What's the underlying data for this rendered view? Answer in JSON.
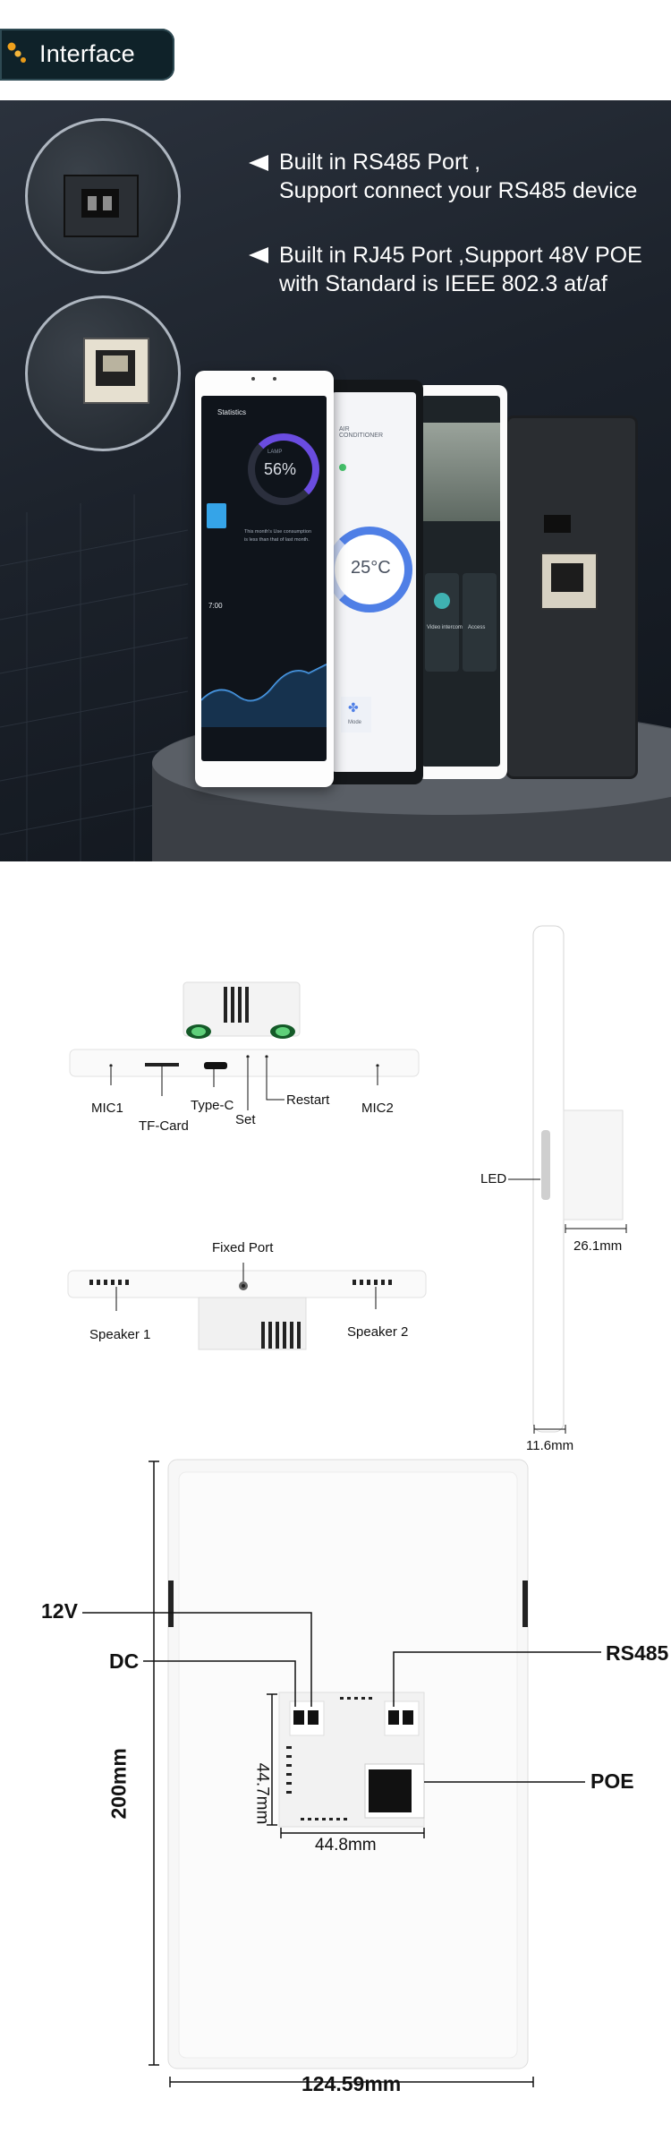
{
  "header": {
    "title": "Interface"
  },
  "hero": {
    "features": [
      {
        "lines": [
          "Built in RS485 Port ,",
          "Support connect your RS485 device"
        ]
      },
      {
        "lines": [
          "Built in RJ45 Port ,Support 48V POE",
          "with Standard is  IEEE 802.3 at/af"
        ]
      }
    ],
    "screens": {
      "statistics_title": "Statistics",
      "lamp_label": "LAMP",
      "lamp_value": "56%",
      "air_title": "AIR CONDITIONER",
      "temperature": "25°C",
      "intercom_label": "Video intercom",
      "access_label": "Access",
      "mode_label": "Mode",
      "time_value": "7:00",
      "hint_text": "This month's Use consumption is less than that of last month."
    }
  },
  "side_view": {
    "labels": {
      "mic1": "MIC1",
      "tf_card": "TF-Card",
      "type_c": "Type-C",
      "set": "Set",
      "restart": "Restart",
      "mic2": "MIC2",
      "fixed_port": "Fixed Port",
      "speaker1": "Speaker 1",
      "speaker2": "Speaker 2",
      "led": "LED",
      "depth": "26.1mm",
      "thickness": "11.6mm"
    }
  },
  "back_view": {
    "labels": {
      "v12": "12V",
      "dc": "DC",
      "rs485": "RS485",
      "poe": "POE",
      "height": "200mm",
      "inner_height": "44.7mm",
      "inner_width": "44.8mm",
      "width": "124.59mm"
    }
  }
}
